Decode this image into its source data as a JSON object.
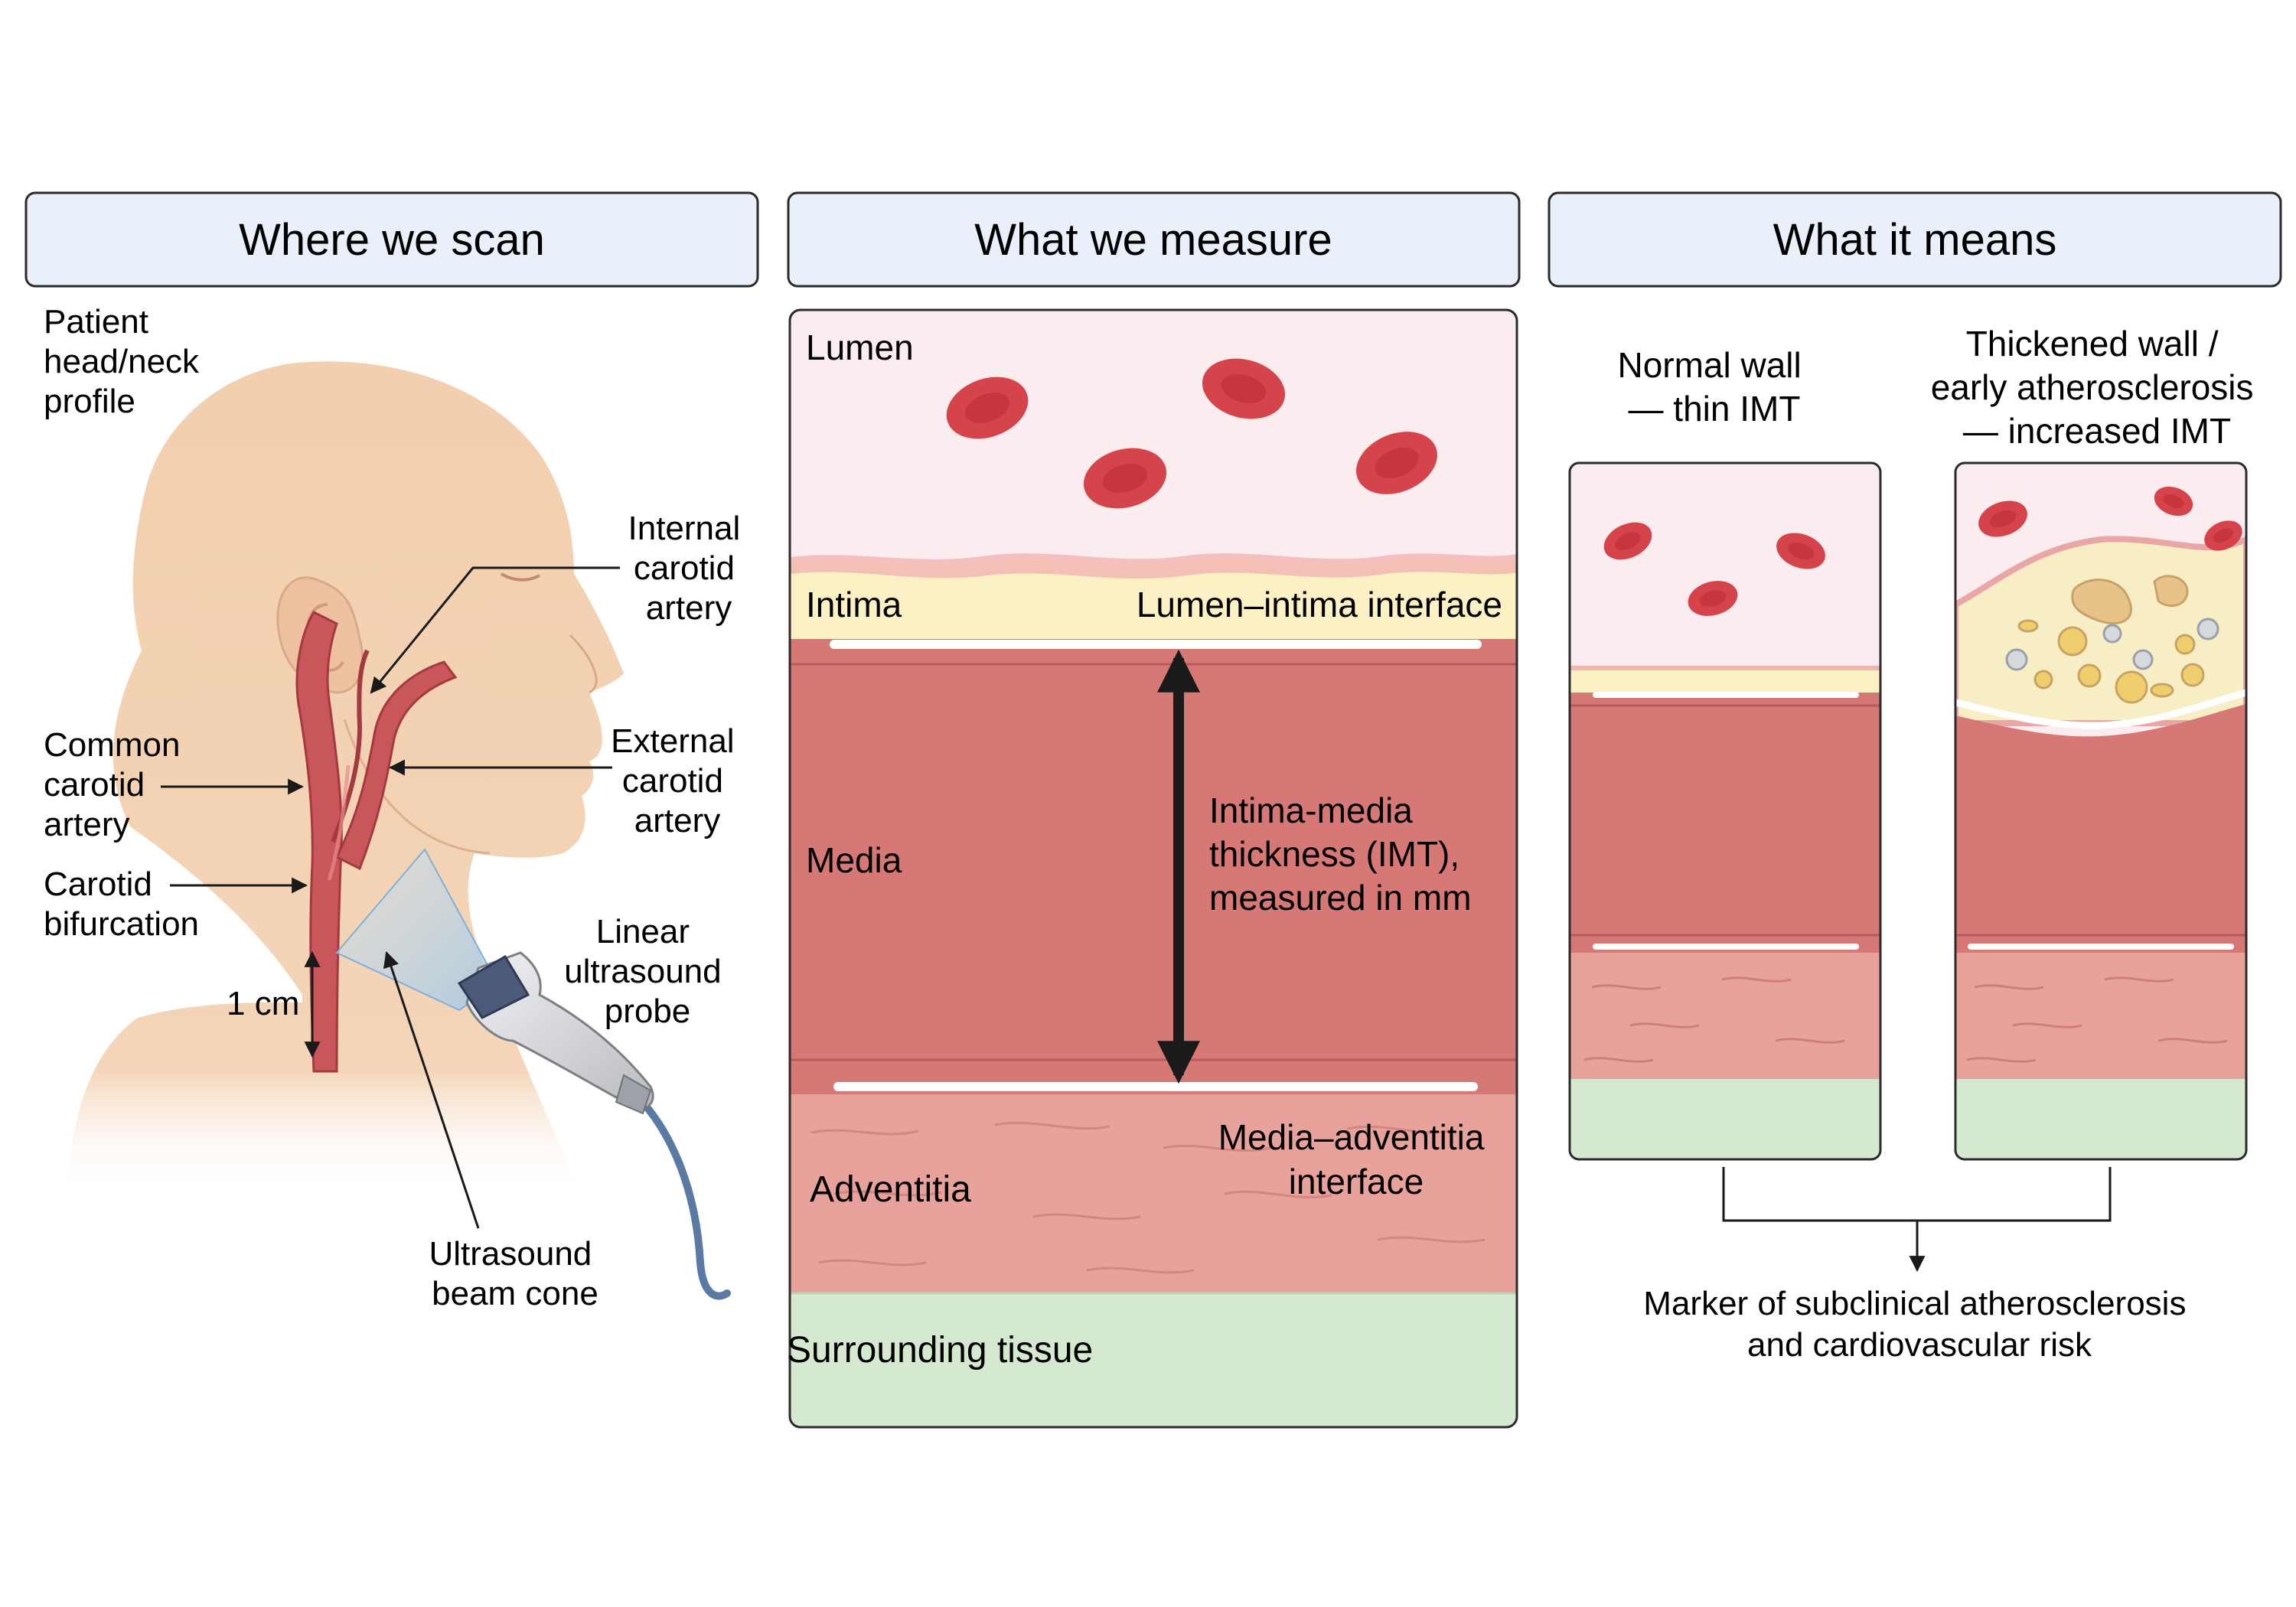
{
  "panels": {
    "scan": {
      "title": "Where we scan"
    },
    "measure": {
      "title": "What we measure"
    },
    "means": {
      "title": "What it means"
    }
  },
  "scan_labels": {
    "profile": [
      "Patient",
      "head/neck",
      "profile"
    ],
    "ica": [
      "Internal",
      "carotid",
      "artery"
    ],
    "eca": [
      "External",
      "carotid",
      "artery"
    ],
    "cca": [
      "Common",
      "carotid",
      "artery"
    ],
    "bifurcation": [
      "Carotid",
      "bifurcation"
    ],
    "probe": [
      "Linear",
      "ultrasound",
      "probe"
    ],
    "beam": [
      "Ultrasound",
      "beam cone"
    ],
    "scale": "1 cm"
  },
  "measure_labels": {
    "lumen": "Lumen",
    "intima": "Intima",
    "lumen_interface": "Lumen–intima interface",
    "media": "Media",
    "imt": [
      "Intima-media",
      "thickness (IMT),",
      "measured in mm"
    ],
    "adventitia": "Adventitia",
    "media_interface": [
      "Media–adventitia",
      "interface"
    ],
    "surrounding": "Surrounding tissue"
  },
  "means_labels": {
    "normal": [
      "Normal wall",
      "— thin IMT"
    ],
    "thick": [
      "Thickened wall /",
      "early atherosclerosis",
      "— increased IMT"
    ],
    "conclusion": [
      "Marker of subclinical atherosclerosis",
      "and cardiovascular risk"
    ]
  },
  "colors": {
    "header_fill": "#e9f0f9",
    "lumen": "#fbecef",
    "intima": "#fbf1c4",
    "media": "#d67875",
    "adventitia": "#e7a29c",
    "tissue": "#d5e8d0",
    "rbc": "#d5444b",
    "skin": "#f4d2b2",
    "artery": "#c8565a",
    "probe": "#d8d9dc"
  }
}
